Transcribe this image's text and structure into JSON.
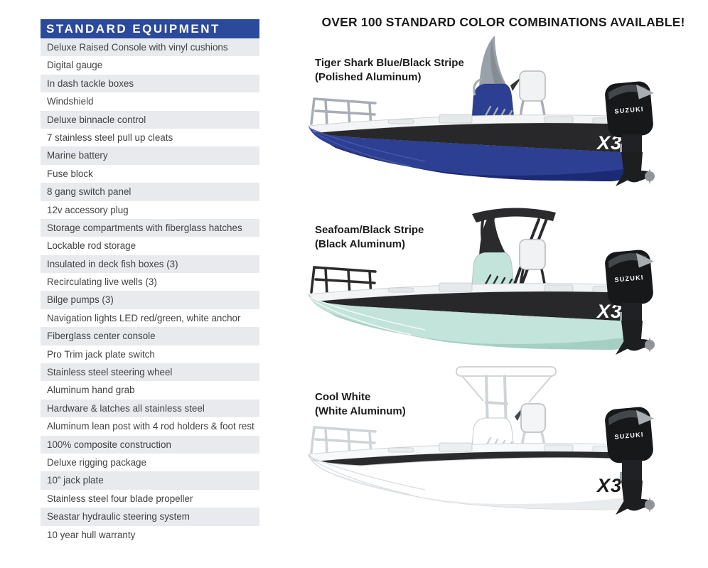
{
  "equipment": {
    "title": "STANDARD EQUIPMENT",
    "header_bg": "#2b4a9b",
    "row_shade": "#e8eaee",
    "items": [
      "Deluxe Raised Console with vinyl cushions",
      "Digital gauge",
      "In dash tackle boxes",
      "Windshield",
      "Deluxe binnacle control",
      "7 stainless steel pull up cleats",
      "Marine battery",
      "Fuse block",
      "8 gang switch panel",
      "12v accessory plug",
      "Storage compartments with fiberglass hatches",
      "Lockable rod storage",
      "Insulated in deck fish boxes (3)",
      "Recirculating live wells (3)",
      "Bilge pumps (3)",
      "Navigation lights LED red/green, white anchor",
      "Fiberglass center console",
      "Pro Trim jack plate switch",
      "Stainless steel steering wheel",
      "Aluminum hand grab",
      "Hardware & latches all stainless steel",
      "Aluminum lean post with 4 rod holders & foot rest",
      "100% composite construction",
      "Deluxe rigging package",
      "10” jack plate",
      "Stainless steel four blade propeller",
      "Seastar hydraulic steering system",
      "10 year hull warranty"
    ]
  },
  "colors_heading": "OVER 100 STANDARD COLOR COMBINATIONS AVAILABLE!",
  "boats": [
    {
      "name": "Tiger Shark Blue/Black Stripe",
      "finish": "(Polished Aluminum)",
      "engine_brand": "SUZUKI",
      "hull_logo": "X3",
      "colors": {
        "hull": "#2c3f92",
        "shade": "#1b2a72",
        "stripe": "#28282a",
        "deck": "#f3f4f5",
        "frame": "#a7adb4",
        "fin": "#98a0a9",
        "strake": "#4456ac",
        "logo": "#ffffff"
      }
    },
    {
      "name": "Seafoam/Black Stripe",
      "finish": "(Black Aluminum)",
      "engine_brand": "SUZUKI",
      "hull_logo": "X3",
      "colors": {
        "hull": "#c3e4da",
        "shade": "#a3d0c3",
        "stripe": "#28282a",
        "deck": "#f3f4f5",
        "frame": "#2b2b2d",
        "fin": "#2b2b2d",
        "strake": "#ffffff",
        "logo": "#ffffff"
      }
    },
    {
      "name": "Cool White",
      "finish": "(White Aluminum)",
      "engine_brand": "SUZUKI",
      "hull_logo": "X3",
      "colors": {
        "hull": "#ffffff",
        "shade": "#e9ecee",
        "stripe": "#2b2b2d",
        "deck": "#f8f9fa",
        "frame": "#cfd4d8",
        "fin": "#cfd4d8",
        "strake": "#dde1e4",
        "logo": "#1d1d1f"
      }
    }
  ]
}
